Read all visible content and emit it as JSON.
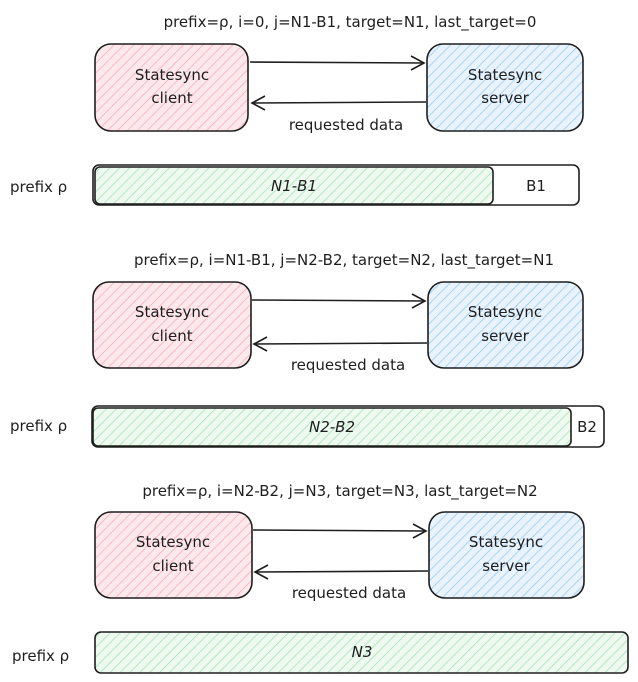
{
  "colors": {
    "ink": "#1e1e1e",
    "client_fill": "#f4a7b3",
    "client_bg": "#fde9ec",
    "server_fill": "#92c6f0",
    "server_bg": "#e8f3fd",
    "bar_fill": "#9fe0ab",
    "bar_bg": "#eefaf0"
  },
  "stages": [
    {
      "caption": "prefix=ρ, i=0, j=N1-B1, target=N1, last_target=0",
      "client_label": [
        "Statesync",
        "client"
      ],
      "server_label": [
        "Statesync",
        "server"
      ],
      "return_label": "requested data",
      "prefix_label": "prefix ρ",
      "bar_label": "N1-B1",
      "remainder_label": "B1"
    },
    {
      "caption": "prefix=ρ, i=N1-B1, j=N2-B2, target=N2, last_target=N1",
      "client_label": [
        "Statesync",
        "client"
      ],
      "server_label": [
        "Statesync",
        "server"
      ],
      "return_label": "requested data",
      "prefix_label": "prefix ρ",
      "bar_label": "N2-B2",
      "remainder_label": "B2"
    },
    {
      "caption": "prefix=ρ, i=N2-B2, j=N3, target=N3, last_target=N2",
      "client_label": [
        "Statesync",
        "client"
      ],
      "server_label": [
        "Statesync",
        "server"
      ],
      "return_label": "requested data",
      "prefix_label": "prefix ρ",
      "bar_label": "N3",
      "remainder_label": ""
    }
  ]
}
